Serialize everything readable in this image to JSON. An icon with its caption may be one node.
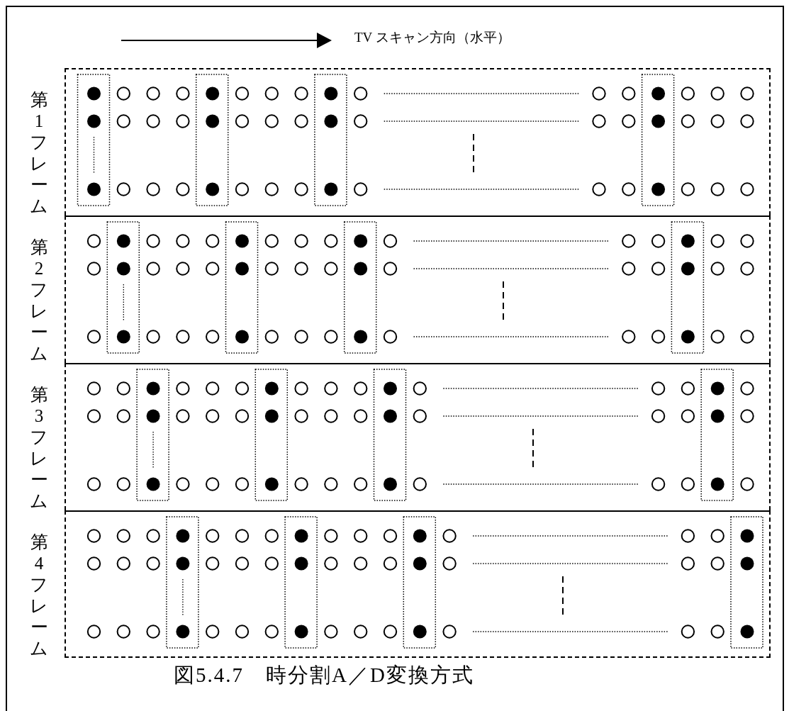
{
  "diagram": {
    "caption": "図5.4.7　時分割A／D変換方式",
    "nodes": [
      {
        "text": [
          "第1フレーム"
        ]
      },
      {
        "text": [
          "第2フレーム"
        ]
      },
      {
        "text": [
          "第3フレーム"
        ]
      },
      {
        "text": [
          "第4フレーム"
        ]
      }
    ],
    "labels": [
      "TV スキャン方向（水平）"
    ]
  }
}
